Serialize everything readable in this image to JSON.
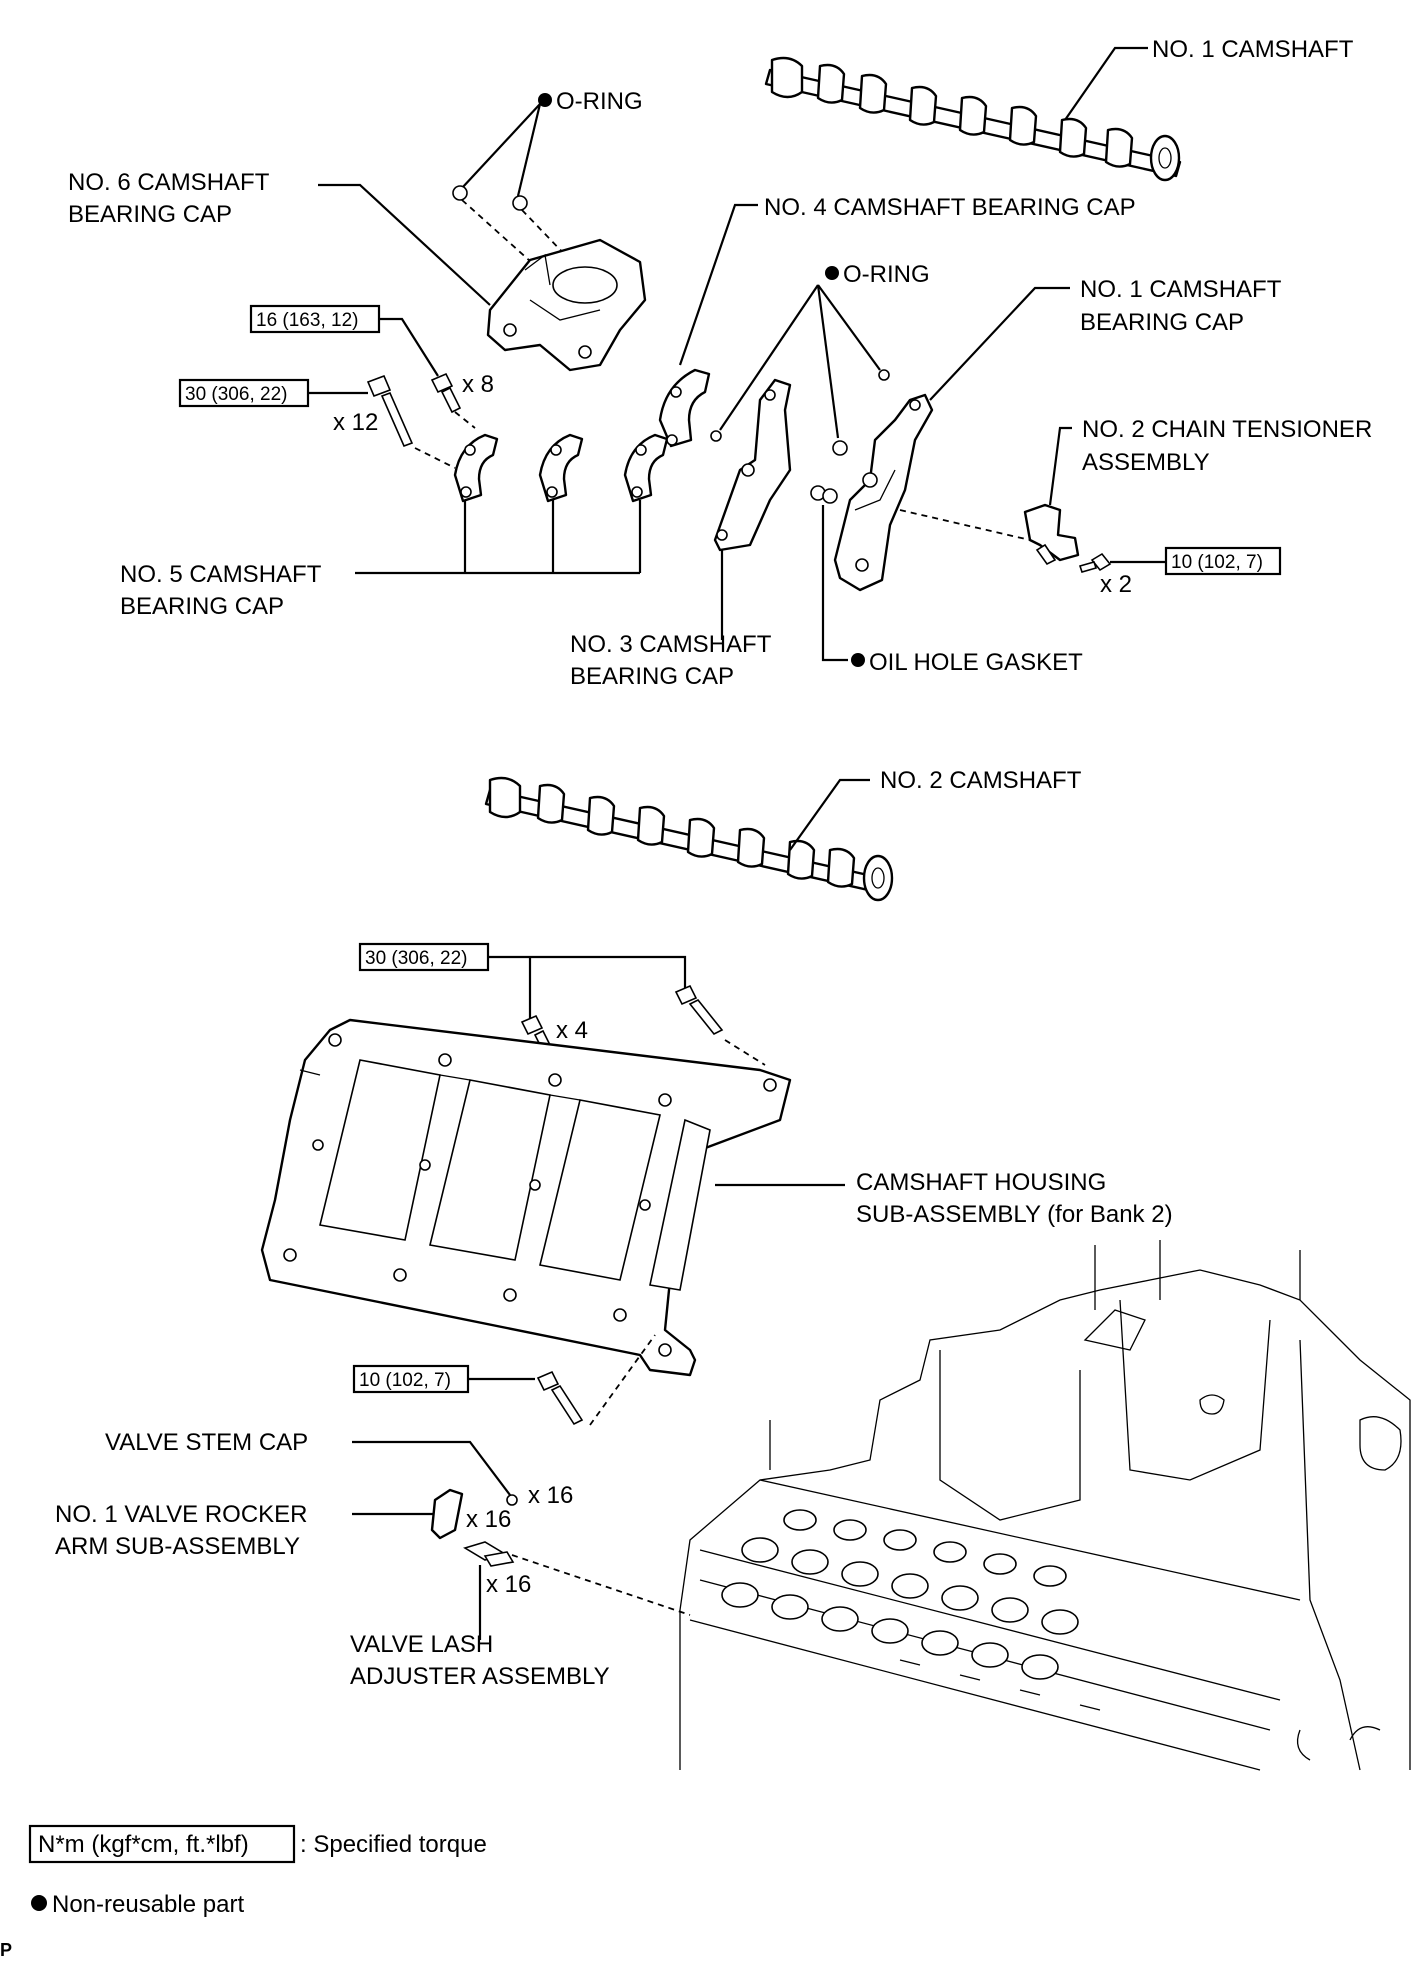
{
  "labels": {
    "no1_camshaft": "NO. 1 CAMSHAFT",
    "oring_top": "O-RING",
    "no6_cap_l1": "NO. 6 CAMSHAFT",
    "no6_cap_l2": "BEARING CAP",
    "no4_cap": "NO. 4 CAMSHAFT BEARING CAP",
    "oring_mid": "O-RING",
    "no1_cap_l1": "NO. 1 CAMSHAFT",
    "no1_cap_l2": "BEARING CAP",
    "tensioner_l1": "NO. 2 CHAIN TENSIONER",
    "tensioner_l2": "ASSEMBLY",
    "no5_cap_l1": "NO. 5 CAMSHAFT",
    "no5_cap_l2": "BEARING CAP",
    "no3_cap_l1": "NO. 3 CAMSHAFT",
    "no3_cap_l2": "BEARING CAP",
    "oil_hole_gasket": "OIL HOLE GASKET",
    "no2_camshaft": "NO. 2 CAMSHAFT",
    "housing_l1": "CAMSHAFT HOUSING",
    "housing_l2": "SUB-ASSEMBLY (for Bank 2)",
    "valve_stem_cap": "VALVE STEM CAP",
    "rocker_l1": "NO. 1 VALVE ROCKER",
    "rocker_l2": "ARM SUB-ASSEMBLY",
    "lash_l1": "VALVE LASH",
    "lash_l2": "ADJUSTER ASSEMBLY"
  },
  "torques": {
    "t16": "16 (163, 12)",
    "t30a": "30 (306, 22)",
    "t10a": "10 (102, 7)",
    "t30b": "30 (306, 22)",
    "t10b": "10 (102, 7)"
  },
  "quantities": {
    "x8": "x 8",
    "x12": "x 12",
    "x2": "x 2",
    "x4": "x 4",
    "x16_cap": "x 16",
    "x16_rocker": "x 16",
    "x16_lash": "x 16"
  },
  "legend": {
    "torque_box": "N*m (kgf*cm, ft.*lbf)",
    "torque_text": ": Specified torque",
    "nonreusable_text": "Non-reusable part"
  },
  "corner_mark": "P"
}
